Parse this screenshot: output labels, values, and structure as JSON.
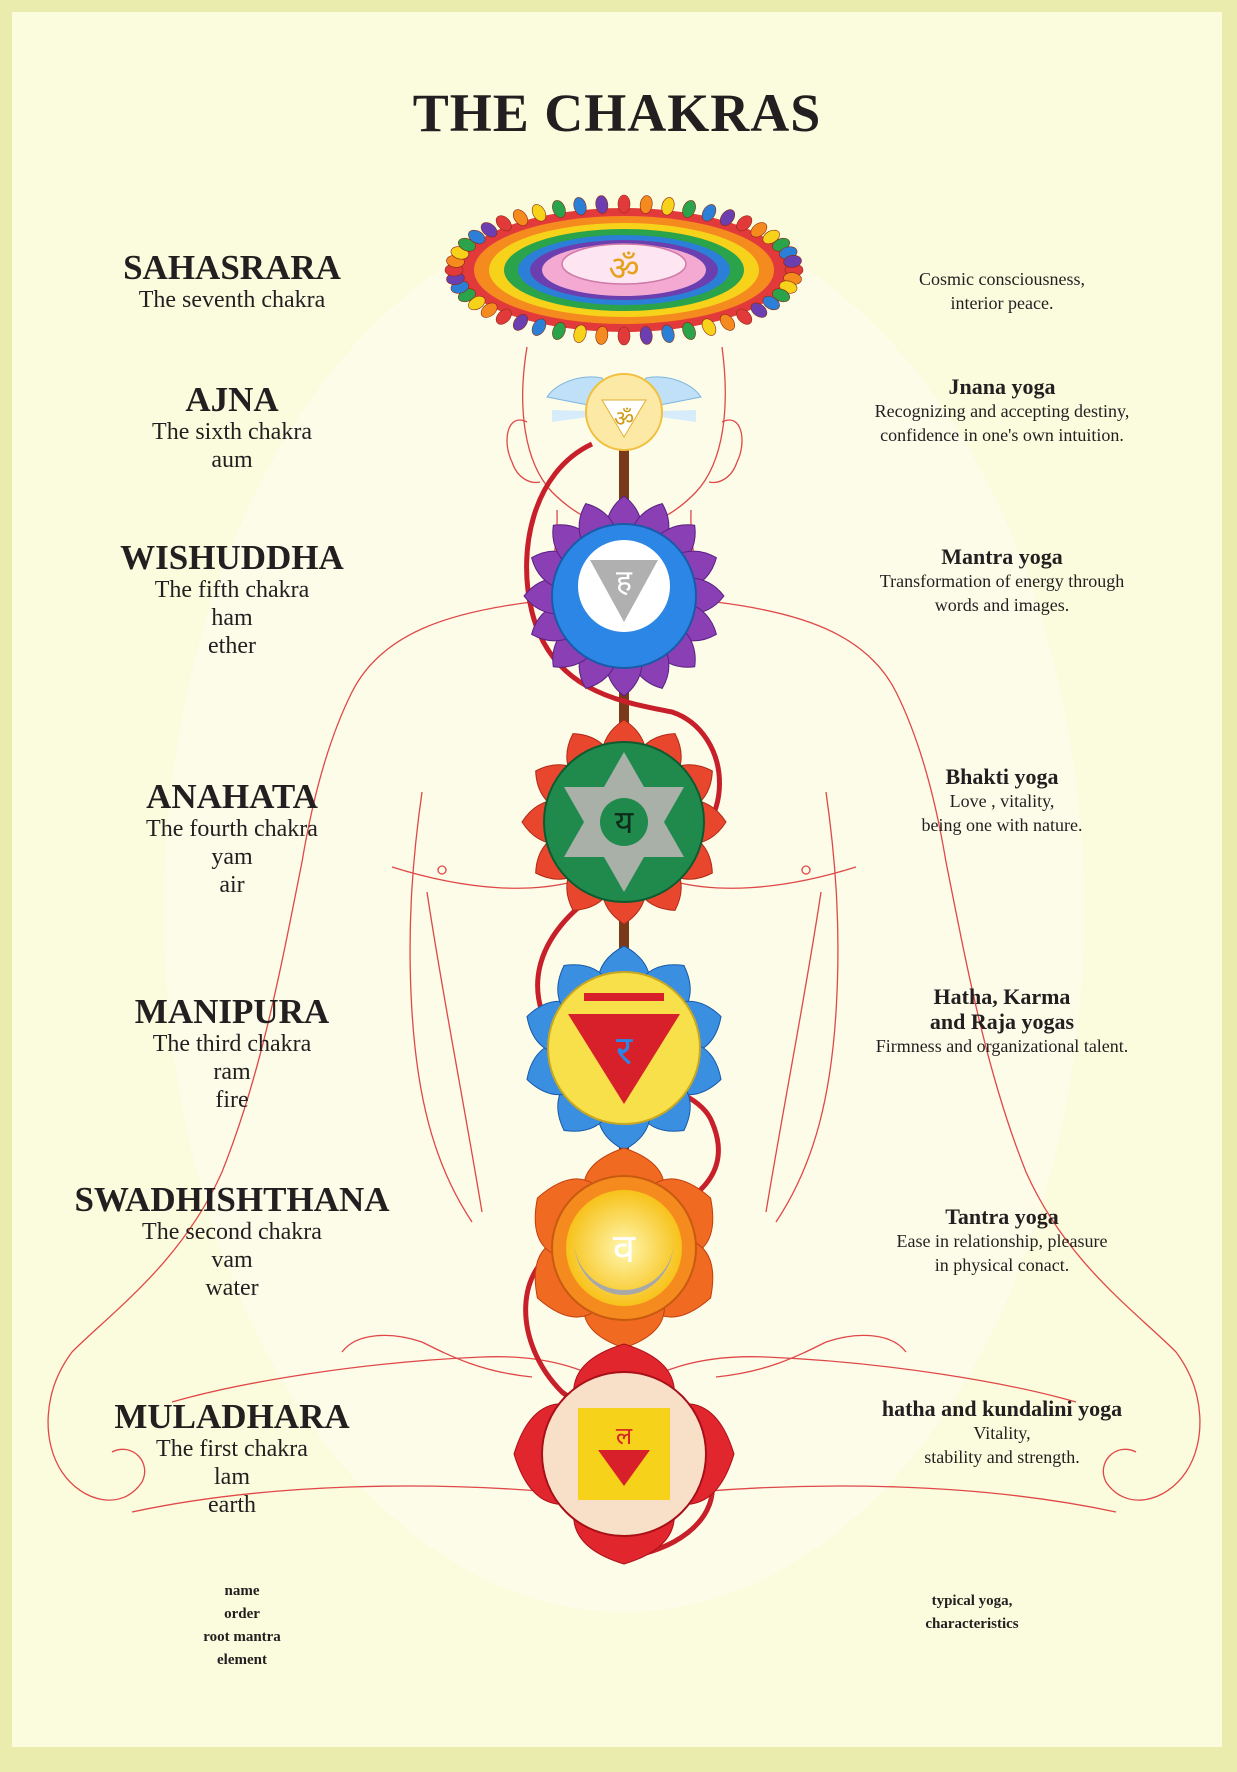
{
  "title": "THE CHAKRAS",
  "colors": {
    "border": "#e9ecac",
    "background": "#fbfbdd",
    "outline": "#e04848",
    "kundalini": "#c8202a",
    "spine": "#7a3a1a"
  },
  "chakras": [
    {
      "name": "SAHASRARA",
      "lines": [
        "The seventh chakra"
      ],
      "yoga": "",
      "desc": [
        "Cosmic consciousness,",
        "interior peace."
      ],
      "symbol": "thousand-petal-lotus"
    },
    {
      "name": "AJNA",
      "lines": [
        "The sixth chakra",
        "aum"
      ],
      "yoga": "Jnana yoga",
      "desc": [
        "Recognizing and accepting destiny,",
        "confidence in one's own intuition."
      ],
      "symbol": "two-petal-lotus"
    },
    {
      "name": "WISHUDDHA",
      "lines": [
        "The fifth chakra",
        "ham",
        "ether"
      ],
      "yoga": "Mantra yoga",
      "desc": [
        "Transformation of energy through",
        "words and images."
      ],
      "symbol": "sixteen-petal-lotus"
    },
    {
      "name": "ANAHATA",
      "lines": [
        "The fourth chakra",
        "yam",
        "air"
      ],
      "yoga": "Bhakti yoga",
      "desc": [
        "Love , vitality,",
        "being one with nature."
      ],
      "symbol": "hexagram-lotus"
    },
    {
      "name": "MANIPURA",
      "lines": [
        "The third chakra",
        "ram",
        "fire"
      ],
      "yoga": "Hatha, Karma",
      "yoga2": "and Raja yogas",
      "desc": [
        "Firmness and organizational talent."
      ],
      "symbol": "ten-petal-lotus"
    },
    {
      "name": "SWADHISHTHANA",
      "lines": [
        "The second chakra",
        "vam",
        "water"
      ],
      "yoga": "Tantra yoga",
      "desc": [
        "Ease in relationship, pleasure",
        "in physical conact."
      ],
      "symbol": "crescent-lotus"
    },
    {
      "name": "MULADHARA",
      "lines": [
        "The first chakra",
        "lam",
        "earth"
      ],
      "yoga": "hatha and kundalini yoga",
      "desc": [
        "Vitality,",
        "stability and strength."
      ],
      "symbol": "square-lotus"
    }
  ],
  "legend_left": [
    "name",
    "order",
    "root mantra",
    "element"
  ],
  "legend_right": [
    "typical yoga,",
    "characteristics"
  ]
}
